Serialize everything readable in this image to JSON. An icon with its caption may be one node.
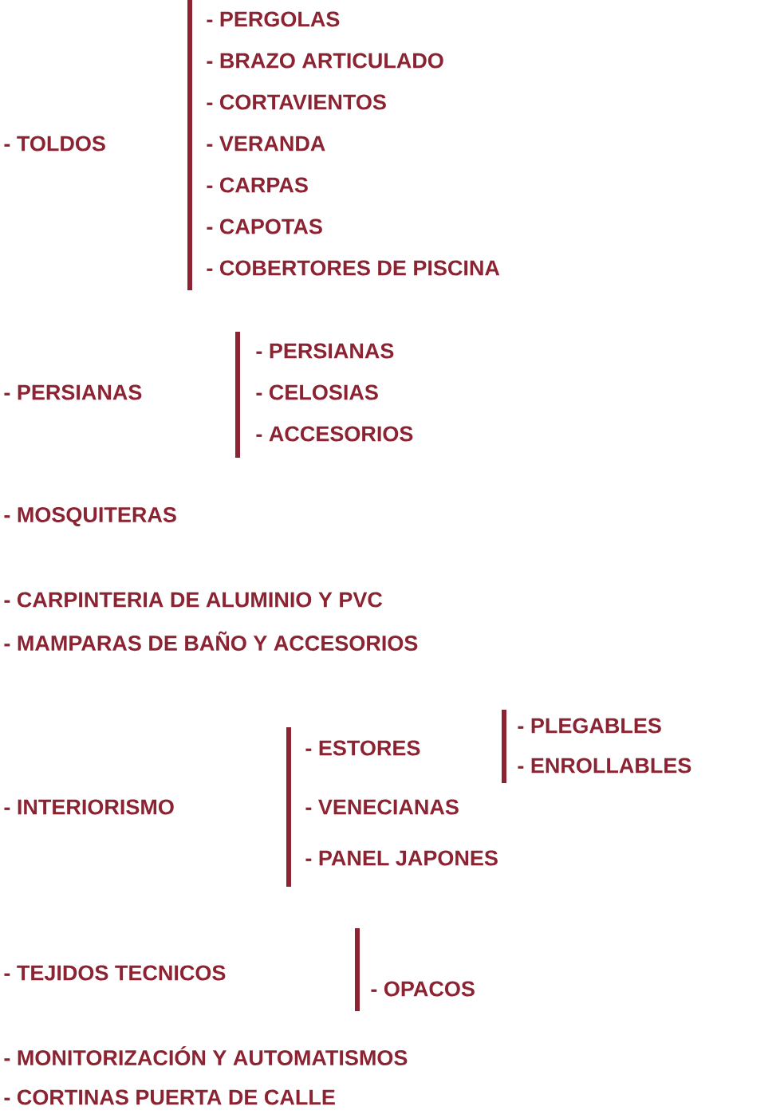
{
  "diagram": {
    "labels": [
      "- TOLDOS",
      "- PERGOLAS",
      "- BRAZO ARTICULADO",
      "- CORTAVIENTOS",
      "- VERANDA",
      "- CARPAS",
      "- CAPOTAS",
      "- COBERTORES DE PISCINA",
      "- PERSIANAS",
      "- PERSIANAS",
      "- CELOSIAS",
      "- ACCESORIOS",
      "- MOSQUITERAS",
      "- CARPINTERIA DE ALUMINIO Y PVC",
      "- MAMPARAS DE BAÑO Y ACCESORIOS",
      "- INTERIORISMO",
      "- ESTORES",
      "- PLEGABLES",
      "- ENROLLABLES",
      "- VENECIANAS",
      "- PANEL JAPONES",
      "- TEJIDOS TECNICOS",
      "- OPACOS",
      "- MONITORIZACIÓN Y AUTOMATISMOS",
      "- CORTINAS PUERTA DE CALLE"
    ]
  }
}
